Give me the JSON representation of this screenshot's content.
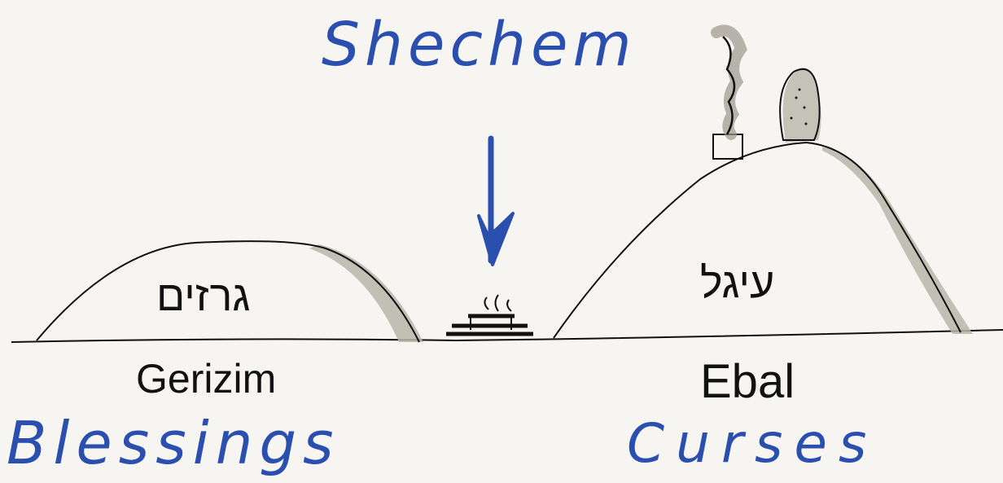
{
  "labels": {
    "shechem": "Shechem",
    "gerizim_hebrew": "גרזים",
    "ebal_hebrew": "עיגל",
    "gerizim": "Gerizim",
    "ebal": "Ebal",
    "blessings": "Blessings",
    "curses": "Curses"
  },
  "colors": {
    "ink": "#111111",
    "blue_ink": "#2a4fae",
    "shadow": "#b9b5aa",
    "paper": "#f6f5f1"
  },
  "icons": [
    "arrow-down-icon",
    "altar-icon",
    "smoke-icon",
    "standing-stone-icon",
    "chimney-icon"
  ]
}
